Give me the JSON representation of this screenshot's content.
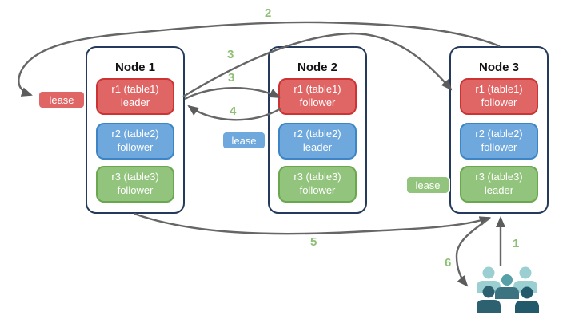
{
  "diagram": {
    "nodes": [
      {
        "title": "Node 1",
        "replicas": [
          {
            "range": "r1 (table1)",
            "role": "leader",
            "color": "red"
          },
          {
            "range": "r2 (table2)",
            "role": "follower",
            "color": "blue"
          },
          {
            "range": "r3 (table3)",
            "role": "follower",
            "color": "green"
          }
        ]
      },
      {
        "title": "Node 2",
        "replicas": [
          {
            "range": "r1 (table1)",
            "role": "follower",
            "color": "red"
          },
          {
            "range": "r2 (table2)",
            "role": "leader",
            "color": "blue"
          },
          {
            "range": "r3 (table3)",
            "role": "follower",
            "color": "green"
          }
        ]
      },
      {
        "title": "Node 3",
        "replicas": [
          {
            "range": "r1 (table1)",
            "role": "follower",
            "color": "red"
          },
          {
            "range": "r2 (table2)",
            "role": "follower",
            "color": "blue"
          },
          {
            "range": "r3 (table3)",
            "role": "leader",
            "color": "green"
          }
        ]
      }
    ],
    "leases": [
      {
        "label": "lease",
        "color": "red"
      },
      {
        "label": "lease",
        "color": "blue"
      },
      {
        "label": "lease",
        "color": "green"
      }
    ],
    "steps": [
      {
        "label": "2"
      },
      {
        "label": "3"
      },
      {
        "label": "3"
      },
      {
        "label": "4"
      },
      {
        "label": "5"
      },
      {
        "label": "1"
      },
      {
        "label": "6"
      }
    ],
    "icons": {
      "users_group": "people-group-icon"
    },
    "colors": {
      "red_fill": "#e06666",
      "red_border": "#cc3333",
      "blue_fill": "#6fa8dc",
      "blue_border": "#3d85c6",
      "green_fill": "#93c47d",
      "green_border": "#6aa84f",
      "node_border": "#24395c",
      "arrow": "#666666",
      "step_label": "#8dc073",
      "people_light": "#9bcfd1",
      "people_medium": "#57a0a8",
      "people_body_medium": "#3c7381",
      "people_dark": "#2e616f",
      "people_darker": "#235a6b"
    }
  }
}
